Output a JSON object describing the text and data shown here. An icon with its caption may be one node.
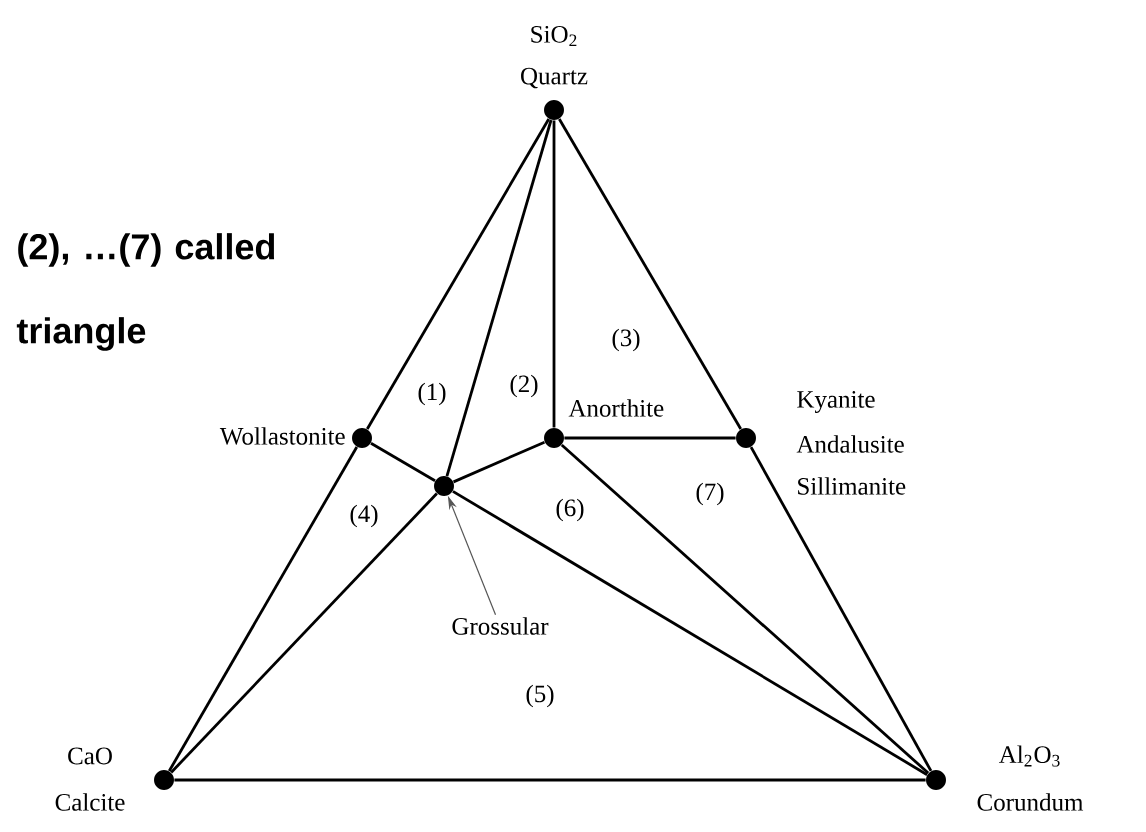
{
  "diagram": {
    "nodes": [
      {
        "text": [],
        "shape": "circle",
        "beside": [
          "SiO$_{2}$",
          "Quartz"
        ]
      },
      {
        "text": [],
        "shape": "circle",
        "beside": [
          "Wollastonite"
        ]
      },
      {
        "text": [],
        "shape": "circle",
        "beside": [
          "Anorthite"
        ]
      },
      {
        "text": [],
        "shape": "circle",
        "beside": [
          "Kyanite",
          "Andalusite",
          "Sillimanite"
        ]
      },
      {
        "text": [],
        "shape": "circle"
      },
      {
        "text": [
          "Grossular"
        ]
      },
      {
        "text": [],
        "shape": "circle",
        "beside": [
          "CaO",
          "Calcite"
        ]
      },
      {
        "text": [],
        "shape": "circle",
        "beside": [
          "Al$_{2}$O$_{3}$",
          "Corundum"
        ]
      }
    ],
    "edges": [
      {
        "from": 0,
        "to": 1,
        "arrow": "none"
      },
      {
        "from": 1,
        "to": 6,
        "arrow": "none"
      },
      {
        "from": 0,
        "to": 4,
        "arrow": "none"
      },
      {
        "from": 0,
        "to": 2,
        "arrow": "none"
      },
      {
        "from": 0,
        "to": 3,
        "arrow": "none"
      },
      {
        "from": 1,
        "to": 4,
        "arrow": "none"
      },
      {
        "from": 4,
        "to": 2,
        "arrow": "none"
      },
      {
        "from": 2,
        "to": 3,
        "arrow": "none"
      },
      {
        "from": 4,
        "to": 7,
        "arrow": "none"
      },
      {
        "from": 4,
        "to": 6,
        "arrow": "none"
      },
      {
        "from": 2,
        "to": 7,
        "arrow": "none"
      },
      {
        "from": 3,
        "to": 7,
        "arrow": "none"
      },
      {
        "from": 6,
        "to": 7,
        "arrow": "none"
      },
      {
        "from": 5,
        "to": 4,
        "arrow": "to",
        "color": "#555555"
      }
    ],
    "labels": [
      "(2), …(7) called triangle",
      "(3)",
      "(1)",
      "(2)",
      "(4)",
      "(6)",
      "(7)",
      "(5)"
    ]
  }
}
